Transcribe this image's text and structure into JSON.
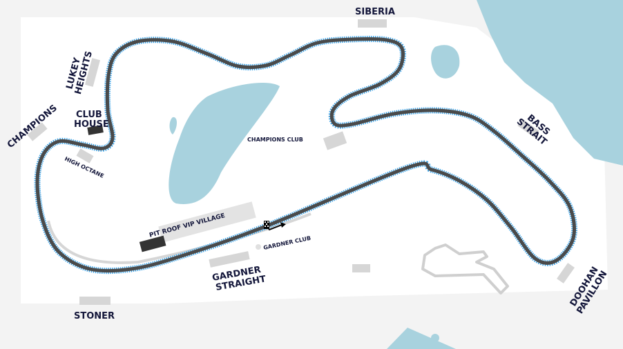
{
  "map": {
    "labels": {
      "siberia": "SIBERIA",
      "lukey_1": "LUKEY",
      "lukey_2": "HEIGHTS",
      "champions": "CHAMPIONS",
      "club_house_1": "CLUB",
      "club_house_2": "HOUSE",
      "high_octane": "HIGH OCTANE",
      "champions_club": "CHAMPIONS CLUB",
      "pit_roof": "PIT ROOF VIP VILLAGE",
      "gardner_club": "GARDNER CLUB",
      "gardner_straight_1": "GARDNER",
      "gardner_straight_2": "STRAIGHT",
      "stoner": "STONER",
      "doohan_1": "DOOHAN",
      "doohan_2": "PAVILLON",
      "bass_1": "BASS",
      "bass_2": "STRAIT"
    },
    "colors": {
      "track": "#4a4a4a",
      "kerb": "#3aa3e8",
      "water": "#a8d2de",
      "land": "#ffffff",
      "background": "#f3f3f3",
      "label": "#13163a"
    }
  }
}
